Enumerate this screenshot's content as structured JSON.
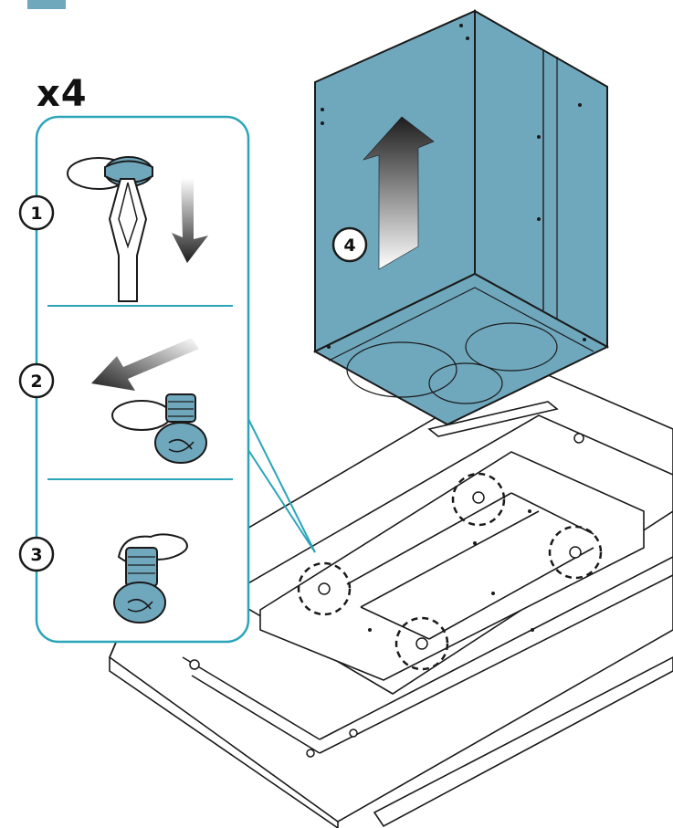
{
  "quantity_label": "x4",
  "steps": [
    {
      "number": "1"
    },
    {
      "number": "2"
    },
    {
      "number": "3"
    },
    {
      "number": "4"
    }
  ],
  "colors": {
    "accent": "#6fa8bd",
    "accent_dark": "#4b8aa0",
    "teal_border": "#2aa5b8",
    "line": "#1a1a1a",
    "page": "#ffffff"
  }
}
